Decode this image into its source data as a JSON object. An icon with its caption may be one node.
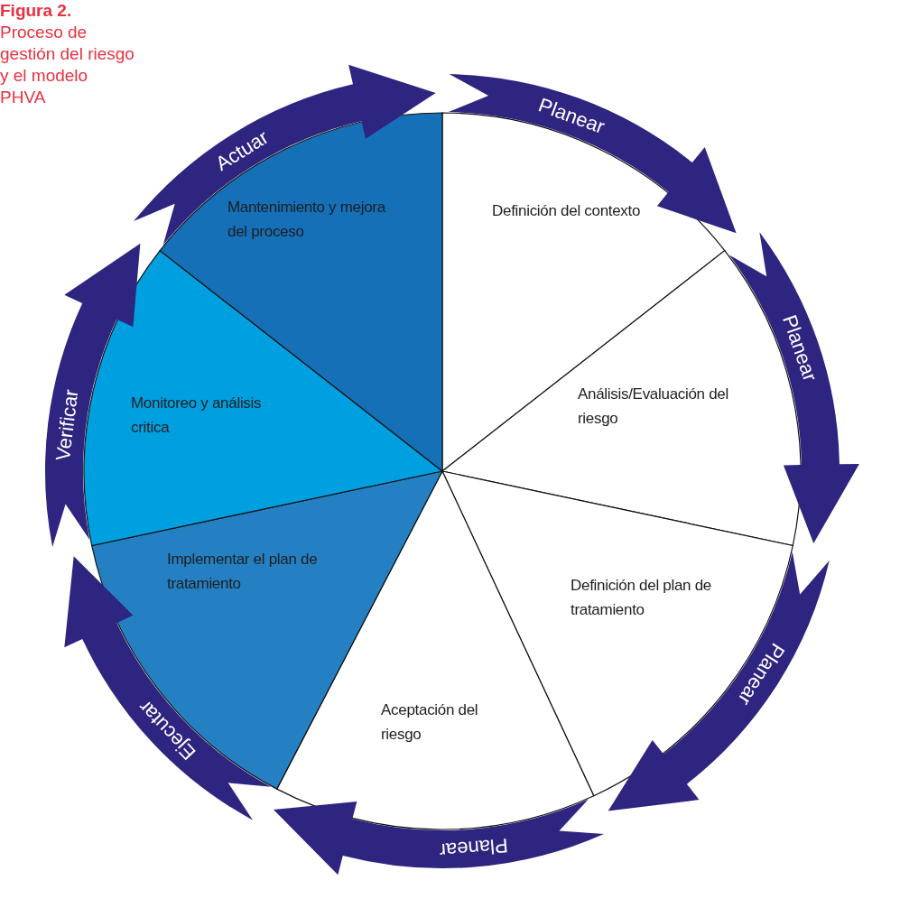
{
  "diagram": {
    "title": "Figura 2.",
    "caption": "Proceso de gestión del riesgo y el modelo PHVA",
    "nodes": [
      {
        "text": [
          "Definición del contexto"
        ]
      },
      {
        "text": [
          "Análisis/Evaluación del riesgo"
        ]
      },
      {
        "text": [
          "Definición del plan de tratamiento"
        ]
      },
      {
        "text": [
          "Aceptación del riesgo"
        ]
      },
      {
        "text": [
          "Implementar el plan de tratamiento"
        ]
      },
      {
        "text": [
          "Monitoreo y análisis critica"
        ]
      },
      {
        "text": [
          "Mantenimiento y mejora del proceso"
        ]
      }
    ],
    "edges": [
      {
        "from": 0,
        "to": 1,
        "arrow": "to",
        "label": "Planear"
      },
      {
        "from": 1,
        "to": 2,
        "arrow": "to",
        "label": "Planear"
      },
      {
        "from": 2,
        "to": 3,
        "arrow": "to",
        "label": "Planear"
      },
      {
        "from": 3,
        "to": 4,
        "arrow": "to",
        "label": "Planear"
      },
      {
        "from": 4,
        "to": 5,
        "arrow": "to",
        "label": "Ejecutar"
      },
      {
        "from": 5,
        "to": 6,
        "arrow": "to",
        "label": "Verificar"
      },
      {
        "from": 6,
        "to": 0,
        "arrow": "to",
        "label": "Actuar"
      }
    ]
  }
}
